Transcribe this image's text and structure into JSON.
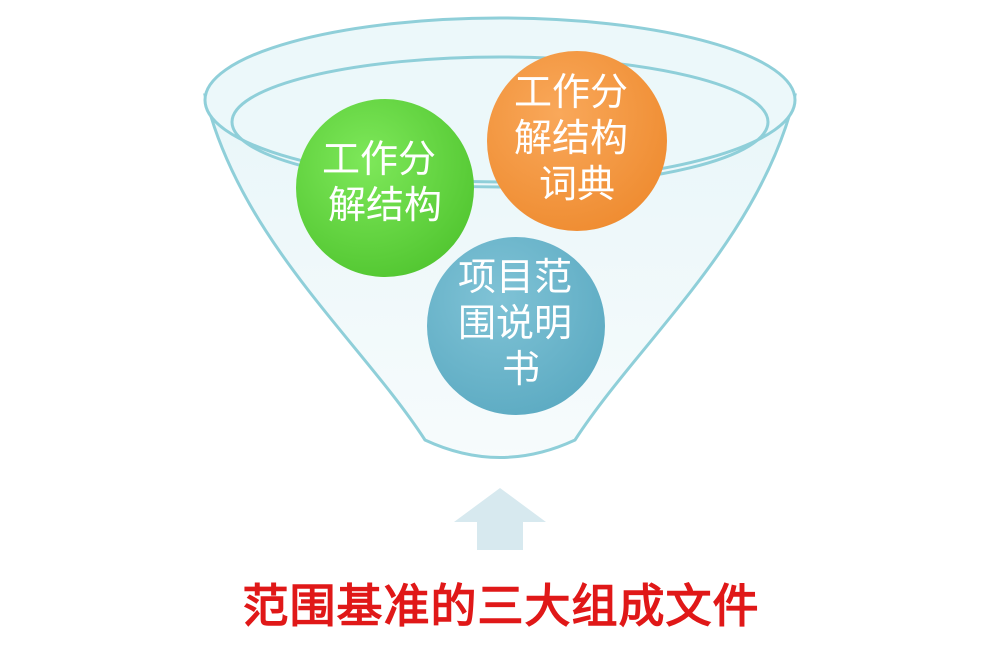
{
  "diagram": {
    "circles": [
      {
        "id": "wbs",
        "lines": [
          "工作分",
          "解结构"
        ],
        "color": "#62d43f"
      },
      {
        "id": "wbs-dictionary",
        "lines": [
          "工作分",
          "解结构",
          "词典"
        ],
        "color": "#f5963f"
      },
      {
        "id": "scope-statement",
        "lines": [
          "项目范",
          "围说明",
          "书"
        ],
        "color": "#6bb5cc"
      }
    ],
    "funnel_color": "#9ed8e0",
    "arrow_color": "#d7e9ef"
  },
  "caption": {
    "text": "范围基准的三大组成文件",
    "color": "#e01818"
  }
}
